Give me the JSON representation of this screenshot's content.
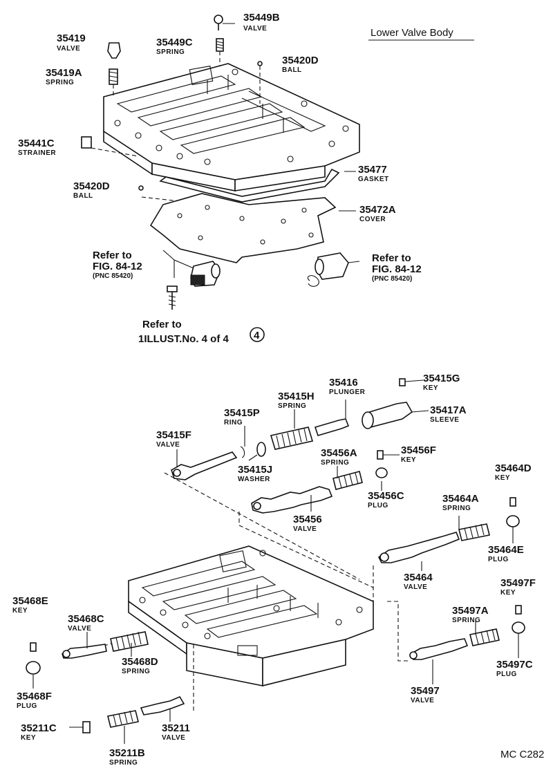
{
  "diagram": {
    "title": "Lower Valve Body",
    "code": "MC C282",
    "labels": [
      {
        "id": "35449B",
        "number": "35449B",
        "name": "VALVE"
      },
      {
        "id": "35419",
        "number": "35419",
        "name": "VALVE"
      },
      {
        "id": "35449C",
        "number": "35449C",
        "name": "SPRING"
      },
      {
        "id": "35420D_top",
        "number": "35420D",
        "name": "BALL"
      },
      {
        "id": "35419A",
        "number": "35419A",
        "name": "SPRING"
      },
      {
        "id": "35441C",
        "number": "35441C",
        "name": "STRAINER"
      },
      {
        "id": "35477",
        "number": "35477",
        "name": "GASKET"
      },
      {
        "id": "35420D_mid",
        "number": "35420D",
        "name": "BALL"
      },
      {
        "id": "35472A",
        "number": "35472A",
        "name": "COVER"
      },
      {
        "id": "35415G",
        "number": "35415G",
        "name": "KEY"
      },
      {
        "id": "35416",
        "number": "35416",
        "name": "PLUNGER"
      },
      {
        "id": "35415H",
        "number": "35415H",
        "name": "SPRING"
      },
      {
        "id": "35417A",
        "number": "35417A",
        "name": "SLEEVE"
      },
      {
        "id": "35415P",
        "number": "35415P",
        "name": "RING"
      },
      {
        "id": "35415F",
        "number": "35415F",
        "name": "VALVE"
      },
      {
        "id": "35415J",
        "number": "35415J",
        "name": "WASHER"
      },
      {
        "id": "35456A",
        "number": "35456A",
        "name": "SPRING"
      },
      {
        "id": "35456F",
        "number": "35456F",
        "name": "KEY"
      },
      {
        "id": "35456C",
        "number": "35456C",
        "name": "PLUG"
      },
      {
        "id": "35456",
        "number": "35456",
        "name": "VALVE"
      },
      {
        "id": "35464D",
        "number": "35464D",
        "name": "KEY"
      },
      {
        "id": "35464A",
        "number": "35464A",
        "name": "SPRING"
      },
      {
        "id": "35464E",
        "number": "35464E",
        "name": "PLUG"
      },
      {
        "id": "35464",
        "number": "35464",
        "name": "VALVE"
      },
      {
        "id": "35497F",
        "number": "35497F",
        "name": "KEY"
      },
      {
        "id": "35497A",
        "number": "35497A",
        "name": "SPRING"
      },
      {
        "id": "35497C",
        "number": "35497C",
        "name": "PLUG"
      },
      {
        "id": "35497",
        "number": "35497",
        "name": "VALVE"
      },
      {
        "id": "35468E",
        "number": "35468E",
        "name": "KEY"
      },
      {
        "id": "35468C",
        "number": "35468C",
        "name": "VALVE"
      },
      {
        "id": "35468D",
        "number": "35468D",
        "name": "SPRING"
      },
      {
        "id": "35468F",
        "number": "35468F",
        "name": "PLUG"
      },
      {
        "id": "35211",
        "number": "35211",
        "name": "VALVE"
      },
      {
        "id": "35211C",
        "number": "35211C",
        "name": "KEY"
      },
      {
        "id": "35211B",
        "number": "35211B",
        "name": "SPRING"
      }
    ],
    "references": {
      "left": {
        "line1": "Refer to",
        "line2": "FIG. 84-12",
        "line3": "(PNC 85420)"
      },
      "right": {
        "line1": "Refer to",
        "line2": "FIG. 84-12",
        "line3": "(PNC 85420)"
      },
      "bolt": {
        "line1": "Refer to",
        "line2": "1ILLUST.No. 4 of 4",
        "circled": "4"
      }
    }
  }
}
